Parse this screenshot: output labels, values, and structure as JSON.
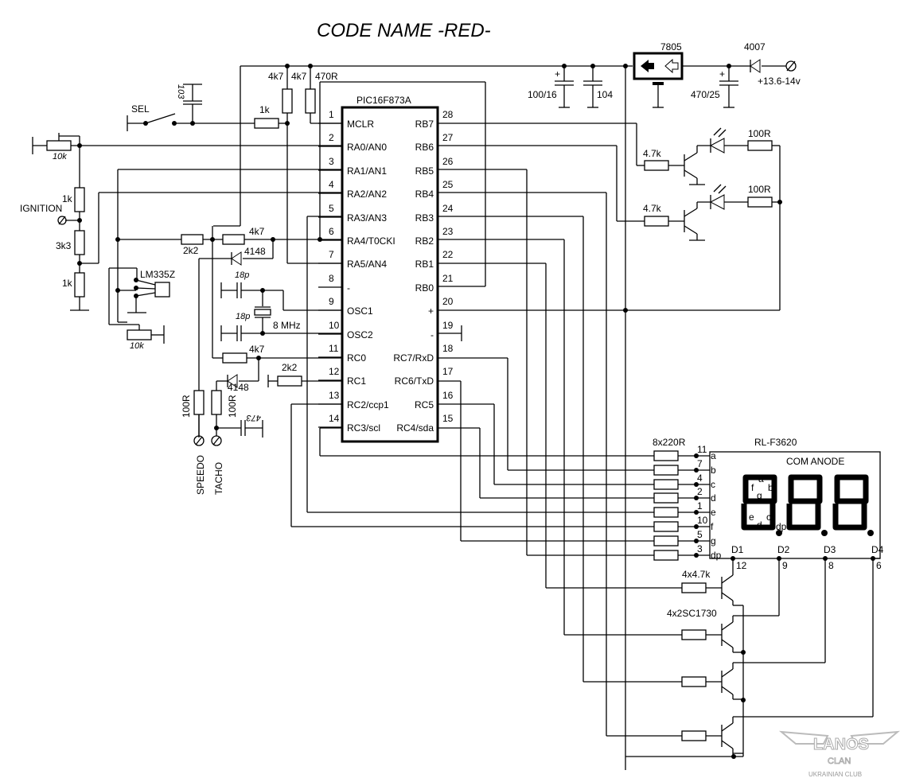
{
  "title": "CODE NAME -RED-",
  "mcu": {
    "name": "PIC16F873A",
    "left_pins": [
      {
        "num": "1",
        "name": "MCLR"
      },
      {
        "num": "2",
        "name": "RA0/AN0"
      },
      {
        "num": "3",
        "name": "RA1/AN1"
      },
      {
        "num": "4",
        "name": "RA2/AN2"
      },
      {
        "num": "5",
        "name": "RA3/AN3"
      },
      {
        "num": "6",
        "name": "RA4/T0CKI"
      },
      {
        "num": "7",
        "name": "RA5/AN4"
      },
      {
        "num": "8",
        "name": "-"
      },
      {
        "num": "9",
        "name": "OSC1"
      },
      {
        "num": "10",
        "name": "OSC2"
      },
      {
        "num": "11",
        "name": "RC0"
      },
      {
        "num": "12",
        "name": "RC1"
      },
      {
        "num": "13",
        "name": "RC2/ccp1"
      },
      {
        "num": "14",
        "name": "RC3/scl"
      }
    ],
    "right_pins": [
      {
        "num": "28",
        "name": "RB7"
      },
      {
        "num": "27",
        "name": "RB6"
      },
      {
        "num": "26",
        "name": "RB5"
      },
      {
        "num": "25",
        "name": "RB4"
      },
      {
        "num": "24",
        "name": "RB3"
      },
      {
        "num": "23",
        "name": "RB2"
      },
      {
        "num": "22",
        "name": "RB1"
      },
      {
        "num": "21",
        "name": "RB0"
      },
      {
        "num": "20",
        "name": "+"
      },
      {
        "num": "19",
        "name": "-"
      },
      {
        "num": "18",
        "name": "RC7/RxD"
      },
      {
        "num": "17",
        "name": "RC6/TxD"
      },
      {
        "num": "16",
        "name": "RC5"
      },
      {
        "num": "15",
        "name": "RC4/sda"
      }
    ]
  },
  "power": {
    "regulator": "7805",
    "diode": "4007",
    "input_label": "+13.6-14v",
    "cap_in": "470/25",
    "cap_out1": "100/16",
    "cap_out2": "104",
    "cap_plus": "+"
  },
  "components": {
    "r_pullup1": "4k7",
    "r_pullup2": "4k7",
    "r_mclr": "470R",
    "r_sel": "1k",
    "cap_sel": "103",
    "sel_label": "SEL",
    "pot_top": "10k",
    "r_ign1": "1k",
    "ign_label": "IGNITION",
    "r_ign2": "3k3",
    "r_ign3": "1k",
    "sensor": "LM335Z",
    "pot_bottom": "10k",
    "r_2k2_a": "2k2",
    "r_4k7_a": "4k7",
    "diode_a": "4148",
    "cap_18p_1": "18p",
    "cap_18p_2": "18p",
    "crystal": "8 MHz",
    "r_4k7_b": "4k7",
    "r_2k2_b": "2k2",
    "diode_b": "4148",
    "r_speedo": "100R",
    "r_tacho": "100R",
    "cap_tacho": "473",
    "speedo_label": "SPEEDO",
    "tacho_label": "TACHO",
    "led_r1": "100R",
    "led_r2": "100R",
    "led_base1": "4.7k",
    "led_base2": "4.7k",
    "seg_resistors": "8x220R",
    "digit_resistors": "4x4.7k",
    "digit_transistors": "4x2SC1730"
  },
  "display": {
    "name": "RL-F3620",
    "type": "COM ANODE",
    "segment_pins": [
      {
        "pin": "11",
        "seg": "a"
      },
      {
        "pin": "7",
        "seg": "b"
      },
      {
        "pin": "4",
        "seg": "c"
      },
      {
        "pin": "2",
        "seg": "d"
      },
      {
        "pin": "1",
        "seg": "e"
      },
      {
        "pin": "10",
        "seg": "f"
      },
      {
        "pin": "5",
        "seg": "g"
      },
      {
        "pin": "3",
        "seg": "dp"
      }
    ],
    "digits": [
      {
        "name": "D1",
        "pin": "12"
      },
      {
        "name": "D2",
        "pin": "9"
      },
      {
        "name": "D3",
        "pin": "8"
      },
      {
        "name": "D4",
        "pin": "6"
      }
    ],
    "seg_letters": {
      "a": "a",
      "b": "b",
      "c": "c",
      "d": "d",
      "e": "e",
      "f": "f",
      "g": "g",
      "dp": "dp"
    }
  },
  "logo": {
    "text": "LANOS",
    "sub": "CLAN",
    "tag": "UKRAINIAN CLUB"
  }
}
